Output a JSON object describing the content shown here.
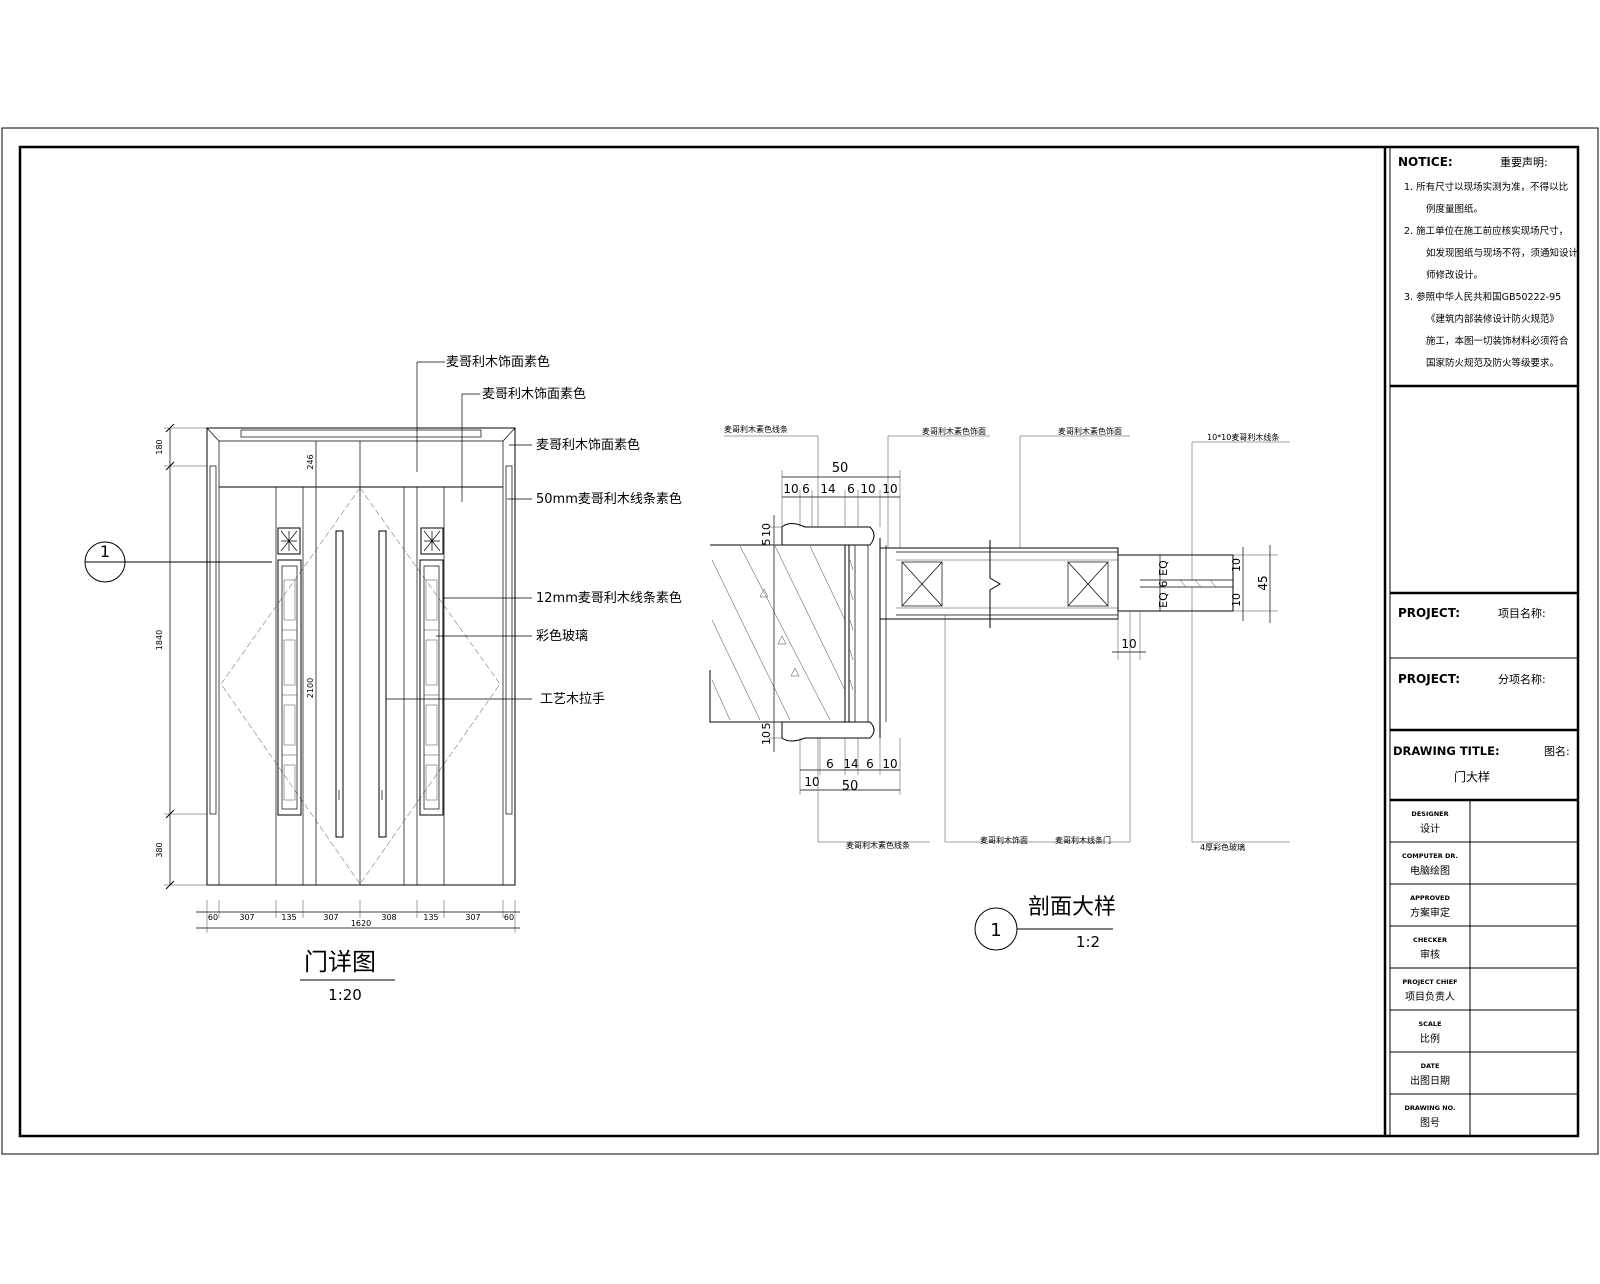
{
  "notice": {
    "title": "NOTICE:",
    "title_cn": "重要声明:",
    "items": [
      "1. 所有尺寸以现场实测为准，不得以比",
      "例度量图纸。",
      "2. 施工单位在施工前应核实现场尺寸，",
      "如发现图纸与现场不符，须通知设计",
      "师修改设计。",
      "3. 参照中华人民共和国GB50222-95",
      "《建筑内部装修设计防火规范》",
      "施工，本图一切装饰材料必须符合",
      "国家防火规范及防火等级要求。"
    ]
  },
  "title_block": {
    "project1_label": "PROJECT:",
    "project1_value": "项目名称:",
    "project2_label": "PROJECT:",
    "project2_value": "分项名称:",
    "drawing_title_label": "DRAWING TITLE:",
    "drawing_title_cn": "图名:",
    "drawing_title_value": "门大样",
    "rows": [
      {
        "en": "DESIGNER",
        "cn": "设计"
      },
      {
        "en": "COMPUTER DR.",
        "cn": "电脑绘图"
      },
      {
        "en": "APPROVED",
        "cn": "方案审定"
      },
      {
        "en": "CHECKER",
        "cn": "审核"
      },
      {
        "en": "PROJECT CHIEF",
        "cn": "项目负责人"
      },
      {
        "en": "SCALE",
        "cn": "比例"
      },
      {
        "en": "DATE",
        "cn": "出图日期"
      },
      {
        "en": "DRAWING NO.",
        "cn": "图号"
      }
    ]
  },
  "door_elevation": {
    "title": "门详图",
    "scale": "1:20",
    "section_marker": "1",
    "callouts": [
      "麦哥利木饰面素色",
      "麦哥利木饰面素色",
      "麦哥利木饰面素色",
      "50mm麦哥利木线条素色",
      "12mm麦哥利木线条素色",
      "彩色玻璃",
      "工艺木拉手"
    ],
    "dims_bottom": [
      "60",
      "307",
      "135",
      "307",
      "308",
      "135",
      "307",
      "60"
    ],
    "dim_total": "1620",
    "dims_left": [
      "180",
      "1840",
      "380"
    ],
    "dim_inner_left": "2100",
    "dim_top_inner": "246"
  },
  "section_detail": {
    "title": "剖面大样",
    "scale": "1:2",
    "marker": "1",
    "labels_top": [
      "麦哥利木素色线条",
      "麦哥利木素色饰面",
      "麦哥利木素色饰面",
      "10*10麦哥利木线条"
    ],
    "labels_bottom": [
      "麦哥利木素色线条",
      "麦哥利木饰面",
      "麦哥利木线条门",
      "4厚彩色玻璃"
    ],
    "dims_top": [
      "50",
      "10",
      "6",
      "14",
      "6",
      "10",
      "10"
    ],
    "dims_bottom": [
      "6",
      "14",
      "6",
      "10",
      "10",
      "50"
    ],
    "dims_left": [
      "10",
      "5",
      "5",
      "10"
    ],
    "dims_right": [
      "EQ",
      "6",
      "EQ",
      "10",
      "10",
      "45"
    ],
    "dim_under_glass": "10"
  }
}
